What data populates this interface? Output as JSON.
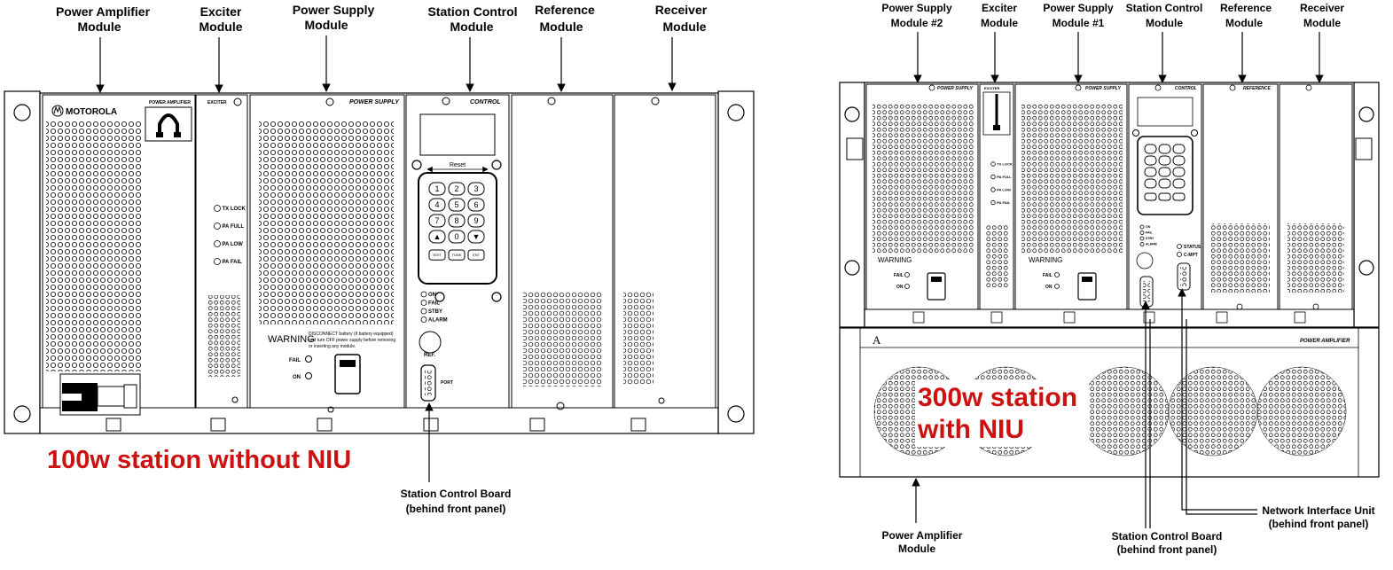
{
  "left": {
    "labels": {
      "pa": [
        "Power Amplifier",
        "Module"
      ],
      "exciter": [
        "Exciter",
        "Module"
      ],
      "ps": [
        "Power Supply",
        "Module"
      ],
      "sc": [
        "Station Control",
        "Module"
      ],
      "ref": [
        "Reference",
        "Module"
      ],
      "rx": [
        "Receiver",
        "Module"
      ]
    },
    "panel": {
      "brand": "MOTOROLA",
      "pa_title": "POWER AMPLIFIER",
      "exciter_title": "EXCITER",
      "ps_title": "POWER SUPPLY",
      "control_title": "CONTROL",
      "reset": "Reset",
      "exciter_leds": [
        "TX LOCK",
        "PA FULL",
        "PA LOW",
        "PA FAIL"
      ],
      "warning_title": "WARNING",
      "warning_text": [
        "DISCONNECT battery (if battery equipped)",
        "and turn OFF power supply before removing",
        "or inserting any module."
      ],
      "fail": "FAIL",
      "on": "ON",
      "control_leds": [
        "ON",
        "FAIL",
        "STBY",
        "ALARM"
      ],
      "ref_button": "REF.",
      "port": "PORT",
      "keys": [
        "1",
        "2",
        "3",
        "4",
        "5",
        "6",
        "7",
        "8",
        "9",
        "▲",
        "0",
        "▼"
      ],
      "fkeys": [
        "EDIT",
        "TONE",
        "ENT"
      ]
    },
    "bottom_label": [
      "Station Control Board",
      "(behind front panel)"
    ],
    "caption": "100w station without NIU"
  },
  "right": {
    "labels": {
      "ps2": [
        "Power Supply",
        "Module #2"
      ],
      "exciter": [
        "Exciter",
        "Module"
      ],
      "ps1": [
        "Power Supply",
        "Module #1"
      ],
      "sc": [
        "Station Control",
        "Module"
      ],
      "ref": [
        "Reference",
        "Module"
      ],
      "rx": [
        "Receiver",
        "Module"
      ]
    },
    "panel": {
      "ps_title": "POWER SUPPLY",
      "exciter_title": "EXCITER",
      "control_title": "CONTROL",
      "reference_title": "REFERENCE",
      "pa_title": "POWER AMPLIFIER",
      "pa_letter": "A",
      "exciter_leds": [
        "TX LOCK",
        "PA FULL",
        "PA LOW",
        "PA FAIL"
      ],
      "warning_title": "WARNING",
      "fail": "FAIL",
      "on": "ON",
      "status": "STATUS",
      "cmpt": "C-MPT",
      "control_leds": [
        "ON",
        "FAIL",
        "STBY",
        "ALARM"
      ]
    },
    "bottom_labels": {
      "pa": [
        "Power Amplifier",
        "Module"
      ],
      "scb": [
        "Station Control Board",
        "(behind front panel)"
      ],
      "niu": [
        "Network Interface Unit",
        "(behind front panel)"
      ]
    },
    "caption": [
      "300w station",
      "with NIU"
    ]
  },
  "colors": {
    "caption_red": "#cc1111",
    "line": "#000000",
    "panel_fill": "#ffffff"
  }
}
